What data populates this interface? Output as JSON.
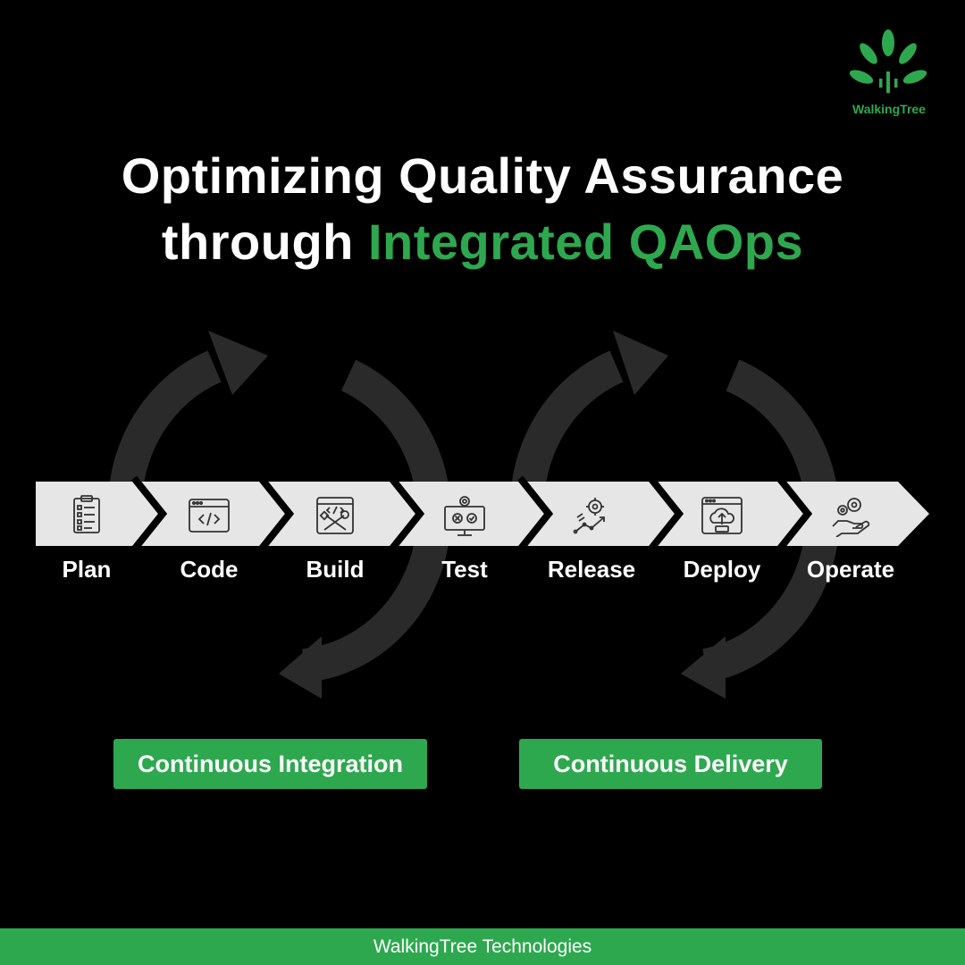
{
  "brand": {
    "logo_text": "WalkingTree",
    "footer_text": "WalkingTree Technologies",
    "accent_color": "#2ea84f"
  },
  "title": {
    "line1": "Optimizing Quality Assurance",
    "line2_prefix": "through ",
    "line2_accent": "Integrated QAOps"
  },
  "stages": [
    {
      "label": "Plan",
      "icon": "checklist-icon"
    },
    {
      "label": "Code",
      "icon": "code-window-icon"
    },
    {
      "label": "Build",
      "icon": "build-tools-icon"
    },
    {
      "label": "Test",
      "icon": "test-monitor-icon"
    },
    {
      "label": "Release",
      "icon": "rocket-gear-icon"
    },
    {
      "label": "Deploy",
      "icon": "cloud-upload-icon"
    },
    {
      "label": "Operate",
      "icon": "hand-gears-icon"
    }
  ],
  "phases": [
    {
      "label": "Continuous Integration"
    },
    {
      "label": "Continuous Delivery"
    }
  ]
}
